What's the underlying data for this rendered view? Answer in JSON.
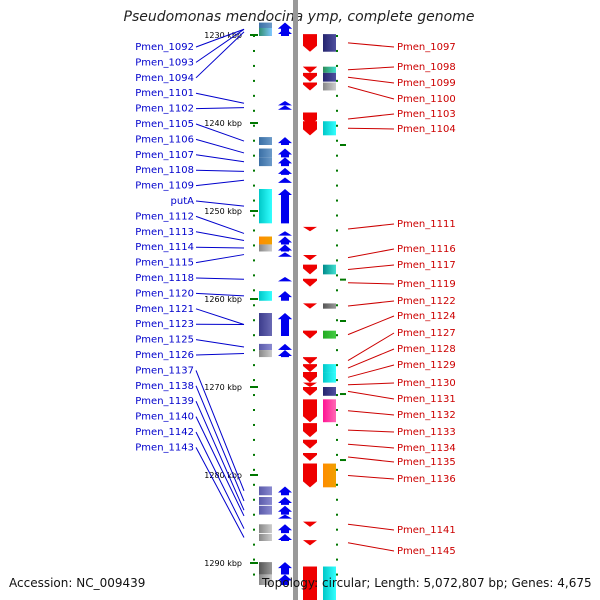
{
  "title": "Pseudomonas mendocina ymp, complete genome",
  "footer": {
    "accession": "Accession: NC_009439",
    "summary": "Topology: circular; Length: 5,072,807 bp; Genes: 4,675"
  },
  "colors": {
    "forward_gene": "#0000ee",
    "reverse_gene": "#ee0000",
    "left_label": "#0000cc",
    "right_label": "#cc0000",
    "tick": "#007700",
    "backbone": "#999999"
  },
  "chart_data": {
    "type": "genome_map",
    "region_kbp": [
      1229.5,
      1292.5
    ],
    "kbp_ticks": [
      {
        "kbp": 1230,
        "label": "1230 kbp"
      },
      {
        "kbp": 1240,
        "label": "1240 kbp"
      },
      {
        "kbp": 1250,
        "label": "1250 kbp"
      },
      {
        "kbp": 1260,
        "label": "1260 kbp"
      },
      {
        "kbp": 1270,
        "label": "1270 kbp"
      },
      {
        "kbp": 1280,
        "label": "1280 kbp"
      },
      {
        "kbp": 1290,
        "label": "1290 kbp"
      }
    ],
    "forward_genes": [
      {
        "label": "Pmen_1092",
        "start": 1228.6,
        "end": 1230.1,
        "colors": [
          "#4682b4",
          "#7fa8d0"
        ]
      },
      {
        "label": "Pmen_1093",
        "start": 1228.6,
        "end": 1230.1,
        "colors": [
          "#3a6fa5",
          "#6b9ac8"
        ]
      },
      {
        "label": "Pmen_1094",
        "start": 1229.2,
        "end": 1230.1,
        "colors": [
          "#2f8f6f",
          "#80c8ff"
        ]
      },
      {
        "label": "Pmen_1101",
        "start": 1237.5,
        "end": 1238.0,
        "colors": []
      },
      {
        "label": "Pmen_1102",
        "start": 1238.0,
        "end": 1238.5,
        "colors": []
      },
      {
        "label": "Pmen_1105",
        "start": 1241.6,
        "end": 1242.5,
        "colors": [
          "#3a6fa5",
          "#6b9ac8"
        ]
      },
      {
        "label": "Pmen_1106",
        "start": 1242.9,
        "end": 1243.9,
        "colors": [
          "#3a6fa5",
          "#6b9ac8"
        ]
      },
      {
        "label": "Pmen_1107",
        "start": 1243.9,
        "end": 1244.9,
        "colors": [
          "#3a6fa5",
          "#6b9ac8"
        ]
      },
      {
        "label": "Pmen_1108",
        "start": 1245.1,
        "end": 1245.9,
        "colors": []
      },
      {
        "label": "Pmen_1109",
        "start": 1246.2,
        "end": 1246.8,
        "colors": []
      },
      {
        "label": "putA",
        "start": 1247.5,
        "end": 1251.4,
        "colors": [
          "#00c8c8",
          "#33ffff"
        ]
      },
      {
        "label": "Pmen_1112",
        "start": 1252.3,
        "end": 1252.8,
        "colors": []
      },
      {
        "label": "Pmen_1113",
        "start": 1252.9,
        "end": 1253.8,
        "colors": [
          "#ff8c00",
          "#f0a000"
        ]
      },
      {
        "label": "Pmen_1114",
        "start": 1253.8,
        "end": 1254.6,
        "colors": [
          "#888888",
          "#cccccc"
        ]
      },
      {
        "label": "Pmen_1115",
        "start": 1254.7,
        "end": 1255.2,
        "colors": []
      },
      {
        "label": "Pmen_1118",
        "start": 1257.5,
        "end": 1258.0,
        "colors": []
      },
      {
        "label": "Pmen_1120",
        "start": 1259.1,
        "end": 1260.2,
        "colors": [
          "#00c8c8",
          "#33ffff"
        ]
      },
      {
        "label": "Pmen_1121",
        "start": 1261.6,
        "end": 1264.2,
        "colors": [
          "#3c3c8c",
          "#6a6ab4"
        ]
      },
      {
        "label": "Pmen_1123",
        "start": 1261.6,
        "end": 1264.2,
        "colors": [
          "#3c3c8c",
          "#6a6ab4"
        ]
      },
      {
        "label": "Pmen_1125",
        "start": 1265.1,
        "end": 1265.8,
        "colors": [
          "#5a5aaa",
          "#8a8ad0"
        ]
      },
      {
        "label": "Pmen_1126",
        "start": 1265.8,
        "end": 1266.6,
        "colors": [
          "#888888",
          "#cccccc"
        ]
      },
      {
        "label": "Pmen_1137",
        "start": 1281.3,
        "end": 1282.3,
        "colors": [
          "#5a5aaa",
          "#8a8ad0"
        ]
      },
      {
        "label": "Pmen_1138",
        "start": 1282.5,
        "end": 1283.4,
        "colors": [
          "#5a5aaa",
          "#8a8ad0"
        ]
      },
      {
        "label": "Pmen_1139",
        "start": 1283.5,
        "end": 1284.5,
        "colors": [
          "#5a5aaa",
          "#8a8ad0"
        ]
      },
      {
        "label": "Pmen_1140",
        "start": 1284.5,
        "end": 1284.8,
        "colors": []
      },
      {
        "label": "Pmen_1142",
        "start": 1285.6,
        "end": 1286.6,
        "colors": [
          "#888888",
          "#cccccc"
        ]
      },
      {
        "label": "Pmen_1143",
        "start": 1286.7,
        "end": 1287.5,
        "colors": [
          "#888888",
          "#cccccc"
        ]
      },
      {
        "label": "",
        "start": 1289.9,
        "end": 1291.3,
        "colors": [
          "#555555",
          "#999999"
        ]
      },
      {
        "label": "",
        "start": 1291.3,
        "end": 1292.5,
        "colors": [
          "#888888",
          "#cccccc"
        ]
      }
    ],
    "reverse_genes": [
      {
        "label": "Pmen_1097",
        "start": 1229.9,
        "end": 1231.9,
        "colors": [
          "#25256e",
          "#4f4fa0"
        ]
      },
      {
        "label": "Pmen_1098",
        "start": 1233.6,
        "end": 1234.3,
        "colors": [
          "#2e8b57",
          "#40e0d0"
        ]
      },
      {
        "label": "Pmen_1099",
        "start": 1234.3,
        "end": 1235.3,
        "colors": [
          "#25256e",
          "#4f4fa0"
        ]
      },
      {
        "label": "Pmen_1100",
        "start": 1235.4,
        "end": 1236.3,
        "colors": [
          "#888888",
          "#cccccc"
        ]
      },
      {
        "label": "Pmen_1103",
        "start": 1238.8,
        "end": 1240.3,
        "colors": []
      },
      {
        "label": "Pmen_1104",
        "start": 1239.8,
        "end": 1241.4,
        "colors": [
          "#00c8c8",
          "#33ffff"
        ]
      },
      {
        "label": "Pmen_1111",
        "start": 1251.8,
        "end": 1252.3,
        "colors": []
      },
      {
        "label": "Pmen_1116",
        "start": 1255.0,
        "end": 1255.6,
        "colors": []
      },
      {
        "label": "Pmen_1117",
        "start": 1256.1,
        "end": 1257.2,
        "colors": [
          "#008b8b",
          "#40e0d0"
        ]
      },
      {
        "label": "Pmen_1119",
        "start": 1257.7,
        "end": 1258.6,
        "colors": []
      },
      {
        "label": "Pmen_1122",
        "start": 1260.5,
        "end": 1261.1,
        "colors": [
          "#555555",
          "#999999"
        ]
      },
      {
        "label": "Pmen_1124",
        "start": 1263.6,
        "end": 1264.5,
        "colors": [
          "#22aa22",
          "#44cc44"
        ]
      },
      {
        "label": "Pmen_1127",
        "start": 1266.6,
        "end": 1267.4,
        "colors": []
      },
      {
        "label": "Pmen_1128",
        "start": 1267.4,
        "end": 1268.3,
        "colors": [
          "#00c8c8",
          "#33ffff"
        ]
      },
      {
        "label": "Pmen_1129",
        "start": 1268.3,
        "end": 1269.5,
        "colors": [
          "#00c8c8",
          "#33ffff"
        ]
      },
      {
        "label": "Pmen_1130",
        "start": 1269.5,
        "end": 1270.0,
        "colors": []
      },
      {
        "label": "Pmen_1131",
        "start": 1270.0,
        "end": 1271.0,
        "colors": [
          "#25256e",
          "#4f4fa0"
        ]
      },
      {
        "label": "Pmen_1132",
        "start": 1271.4,
        "end": 1274.0,
        "colors": [
          "#ff1493",
          "#ff69b4"
        ]
      },
      {
        "label": "Pmen_1133",
        "start": 1274.1,
        "end": 1275.7,
        "colors": []
      },
      {
        "label": "Pmen_1134",
        "start": 1276.0,
        "end": 1277.0,
        "colors": []
      },
      {
        "label": "Pmen_1135",
        "start": 1277.5,
        "end": 1278.4,
        "colors": []
      },
      {
        "label": "Pmen_1136",
        "start": 1278.7,
        "end": 1281.4,
        "colors": [
          "#ff8c00",
          "#f0a000"
        ]
      },
      {
        "label": "Pmen_1141",
        "start": 1285.3,
        "end": 1285.9,
        "colors": []
      },
      {
        "label": "Pmen_1145",
        "start": 1287.4,
        "end": 1288.0,
        "colors": []
      },
      {
        "label": "",
        "start": 1290.4,
        "end": 1292.5,
        "colors": [
          "#00c8c8",
          "#33ffff"
        ]
      }
    ]
  }
}
